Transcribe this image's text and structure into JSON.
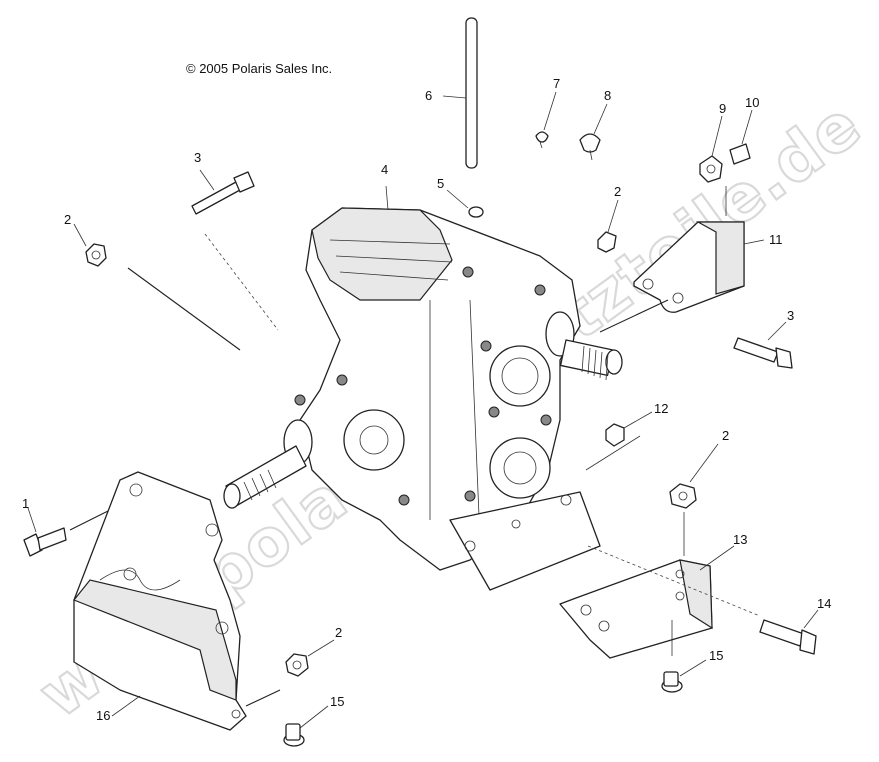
{
  "copyright": "© 2005 Polaris Sales Inc.",
  "watermark": "www.polaris-ersatzteile.de",
  "callouts": {
    "c1": "1",
    "c2a": "2",
    "c2b": "2",
    "c2c": "2",
    "c2d": "2",
    "c3a": "3",
    "c3b": "3",
    "c4": "4",
    "c5": "5",
    "c6": "6",
    "c7": "7",
    "c8": "8",
    "c9": "9",
    "c10": "10",
    "c11": "11",
    "c12": "12",
    "c13": "13",
    "c14": "14",
    "c15a": "15",
    "c15b": "15",
    "c16": "16"
  }
}
